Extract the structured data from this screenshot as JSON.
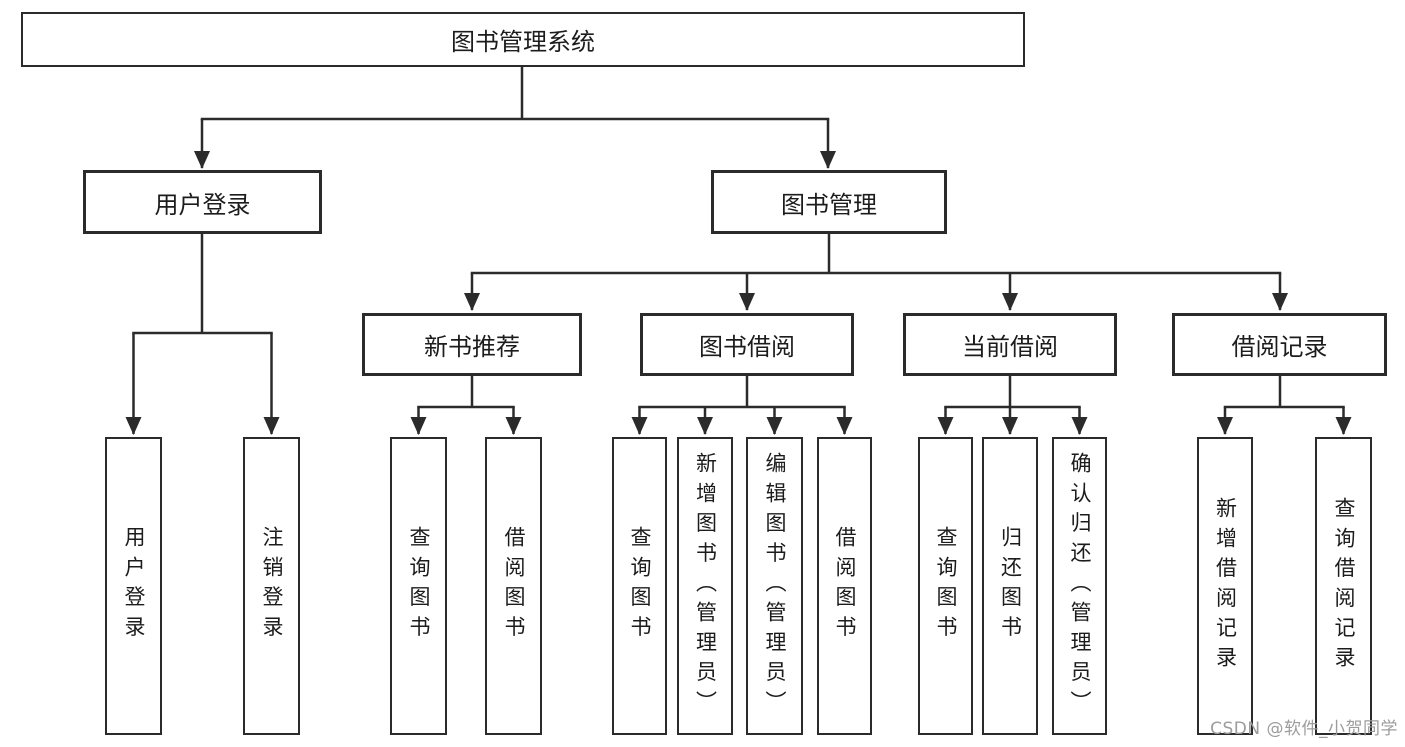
{
  "diagram": {
    "type": "hierarchy-tree",
    "colors": {
      "line": "#2b2b2b",
      "box_border": "#2b2b2b",
      "box_background": "#ffffff",
      "text": "#1c1c1c",
      "watermark": "#9c9c9c",
      "page_background": "#ffffff"
    },
    "watermark": "CSDN @软件_小贺同学",
    "tree": {
      "label": "图书管理系统",
      "children": [
        {
          "label": "用户登录",
          "children": [
            {
              "label": "用户登录"
            },
            {
              "label": "注销登录"
            }
          ]
        },
        {
          "label": "图书管理",
          "children": [
            {
              "label": "新书推荐",
              "children": [
                {
                  "label": "查询图书"
                },
                {
                  "label": "借阅图书"
                }
              ]
            },
            {
              "label": "图书借阅",
              "children": [
                {
                  "label": "查询图书"
                },
                {
                  "label": "新增图书（管理员）"
                },
                {
                  "label": "编辑图书（管理员）"
                },
                {
                  "label": "借阅图书"
                }
              ]
            },
            {
              "label": "当前借阅",
              "children": [
                {
                  "label": "查询图书"
                },
                {
                  "label": "归还图书"
                },
                {
                  "label": "确认归还（管理员）"
                }
              ]
            },
            {
              "label": "借阅记录",
              "children": [
                {
                  "label": "新增借阅记录"
                },
                {
                  "label": "查询借阅记录"
                }
              ]
            }
          ]
        }
      ]
    }
  }
}
